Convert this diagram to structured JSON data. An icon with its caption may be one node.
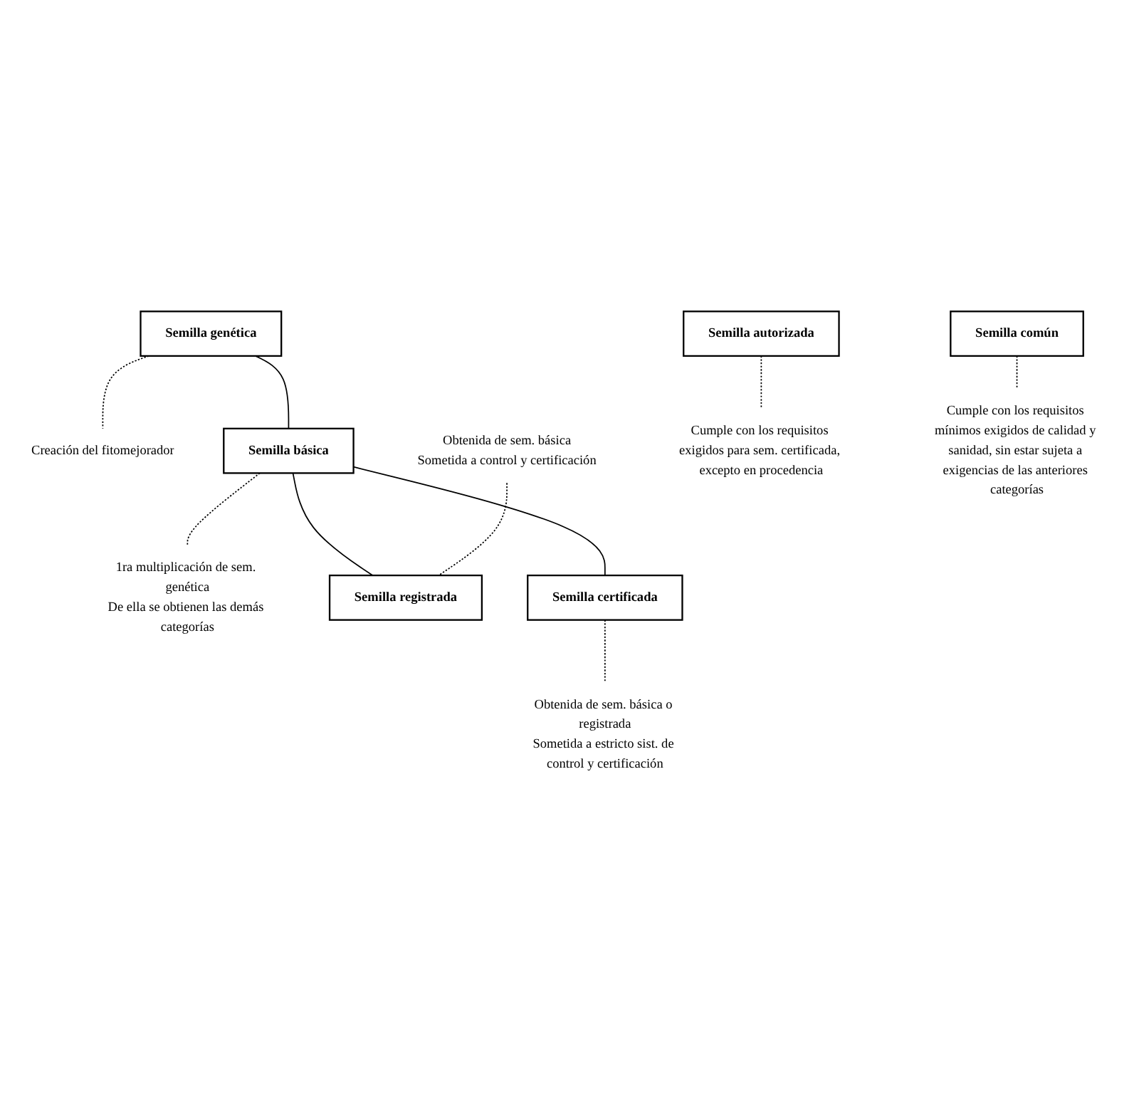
{
  "diagram": {
    "nodes": [
      {
        "text": [
          "Semilla genética"
        ]
      },
      {
        "text": [
          "Creación del fitomejorador"
        ]
      },
      {
        "text": [
          "Semilla básica"
        ]
      },
      {
        "text": [
          "1ra multiplicación de sem. genética",
          "De ella se obtienen las demás categorías"
        ]
      },
      {
        "text": [
          "Obtenida de sem. básica",
          "Sometida a control y certificación"
        ]
      },
      {
        "text": [
          "Semilla registrada"
        ]
      },
      {
        "text": [
          "Semilla certificada"
        ]
      },
      {
        "text": [
          "Obtenida de sem. básica o registrada",
          "Sometida a estricto sist. de control y certificación"
        ]
      },
      {
        "text": [
          "Semilla autorizada"
        ]
      },
      {
        "text": [
          "Cumple con los requisitos exigidos para sem. certificada, excepto en procedencia"
        ]
      },
      {
        "text": [
          "Semilla común"
        ]
      },
      {
        "text": [
          "Cumple con los requisitos mínimos exigidos de calidad y sanidad, sin estar sujeta a exigencias de las anteriores categorías"
        ]
      }
    ],
    "edges": [
      {
        "from": 0,
        "to": 1,
        "arrow": "none",
        "style": "dashed"
      },
      {
        "from": 0,
        "to": 2,
        "arrow": "none"
      },
      {
        "from": 2,
        "to": 3,
        "arrow": "none",
        "style": "dashed"
      },
      {
        "from": 2,
        "to": 5,
        "arrow": "none"
      },
      {
        "from": 2,
        "to": 6,
        "arrow": "none"
      },
      {
        "from": 4,
        "to": 5,
        "arrow": "none",
        "style": "dashed"
      },
      {
        "from": 6,
        "to": 7,
        "arrow": "none",
        "style": "dashed"
      },
      {
        "from": 8,
        "to": 9,
        "arrow": "none",
        "style": "dashed"
      },
      {
        "from": 10,
        "to": 11,
        "arrow": "none",
        "style": "dashed"
      }
    ]
  }
}
